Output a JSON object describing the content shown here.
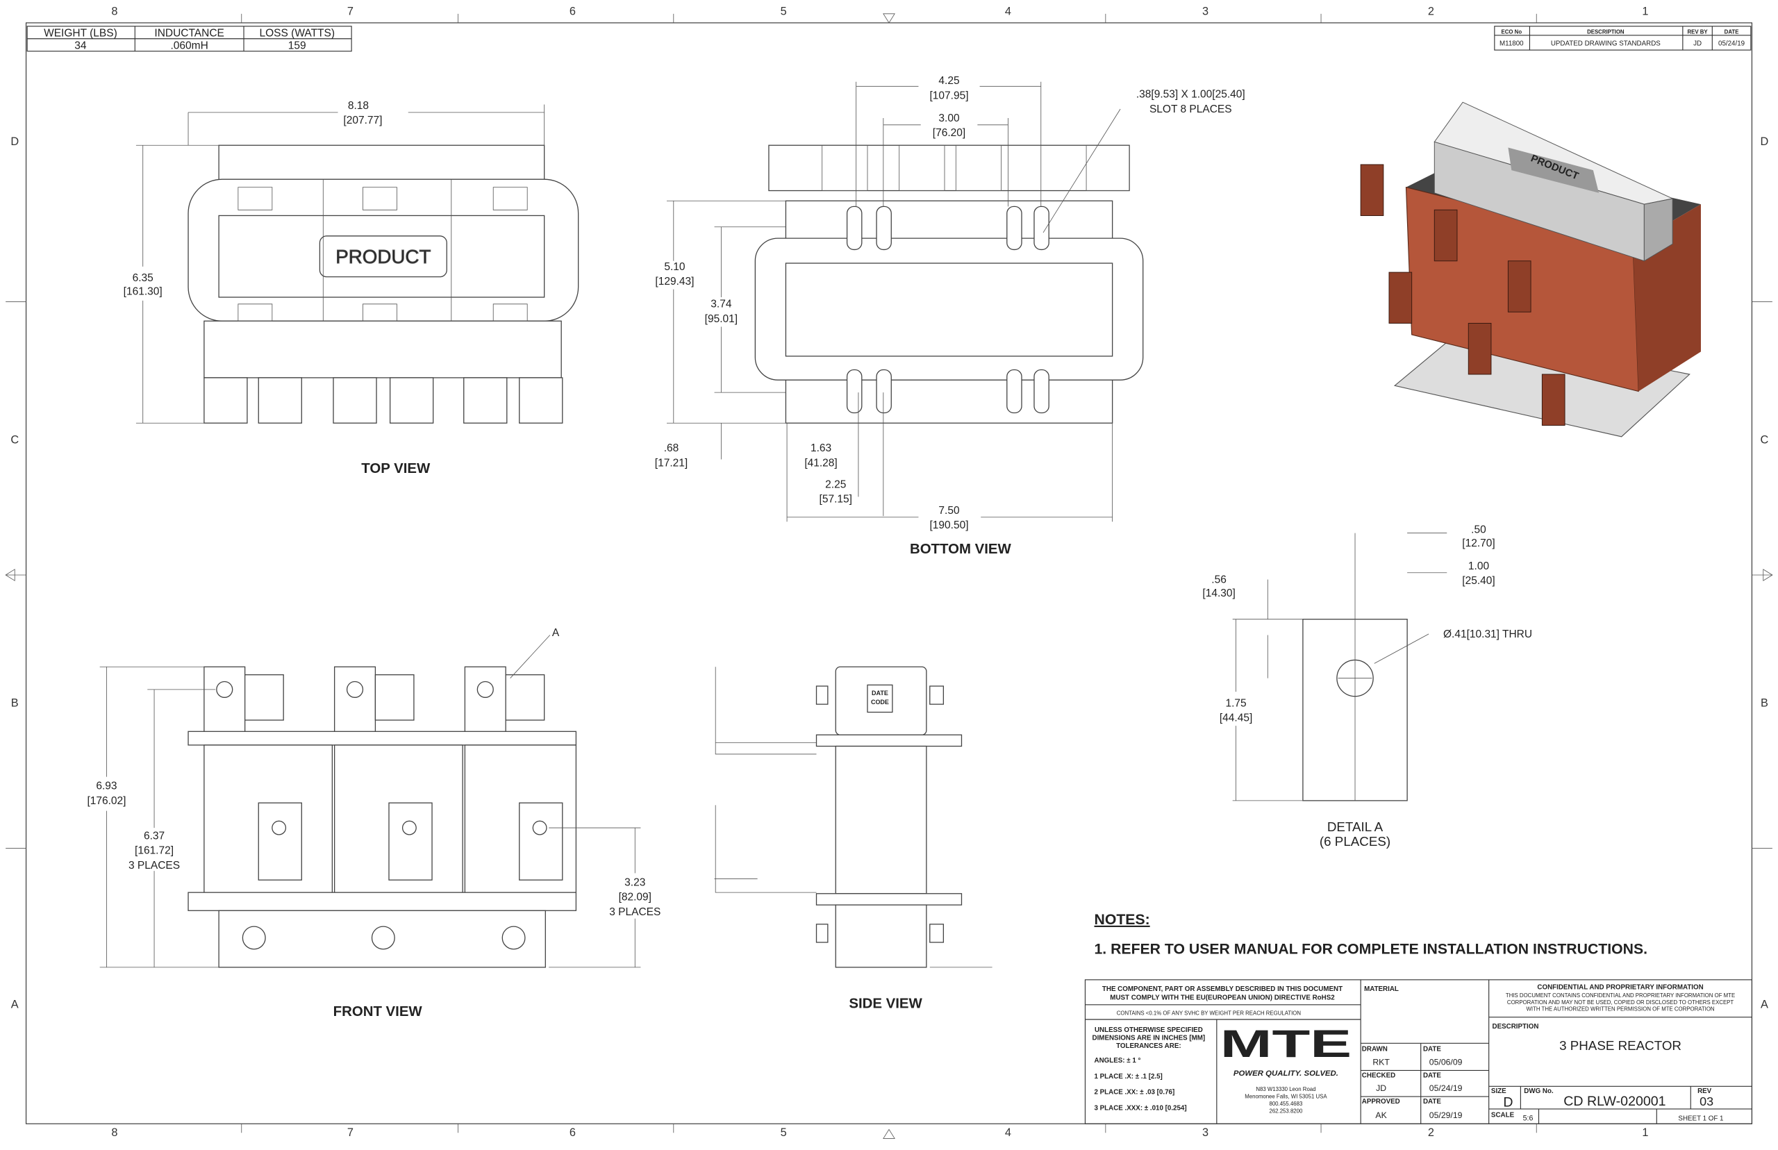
{
  "zones_top": [
    "8",
    "7",
    "6",
    "5",
    "4",
    "3",
    "2",
    "1"
  ],
  "zones_side": [
    "D",
    "C",
    "B",
    "A"
  ],
  "spec_table": {
    "headers": [
      "WEIGHT (LBS)",
      "INDUCTANCE",
      "LOSS (WATTS)"
    ],
    "values": [
      "34",
      ".060mH",
      "159"
    ]
  },
  "revision": {
    "headers": [
      "ECO No",
      "DESCRIPTION",
      "REV BY",
      "DATE"
    ],
    "row": [
      "M11800",
      "UPDATED DRAWING STANDARDS",
      "JD",
      "05/24/19"
    ]
  },
  "views": {
    "top": "TOP VIEW",
    "bottom": "BOTTOM VIEW",
    "front": "FRONT VIEW",
    "side": "SIDE VIEW",
    "detail": [
      "DETAIL A",
      "(6 PLACES)"
    ],
    "product_label": "PRODUCT",
    "date_code": [
      "DATE",
      "CODE"
    ],
    "detail_callout": "A"
  },
  "dims": {
    "top_width": [
      "8.18",
      "[207.77]"
    ],
    "top_height": [
      "6.35",
      "[161.30]"
    ],
    "bot_425": [
      "4.25",
      "[107.95]"
    ],
    "bot_300": [
      "3.00",
      "[76.20]"
    ],
    "slot": [
      ".38[9.53] X 1.00[25.40]",
      "SLOT 8 PLACES"
    ],
    "bot_510": [
      "5.10",
      "[129.43]"
    ],
    "bot_374": [
      "3.74",
      "[95.01]"
    ],
    "bot_068": [
      ".68",
      "[17.21]"
    ],
    "bot_163": [
      "1.63",
      "[41.28]"
    ],
    "bot_225": [
      "2.25",
      "[57.15]"
    ],
    "bot_750": [
      "7.50",
      "[190.50]"
    ],
    "det_050": [
      ".50",
      "[12.70]"
    ],
    "det_100": [
      "1.00",
      "[25.40]"
    ],
    "det_056": [
      ".56",
      "[14.30]"
    ],
    "det_hole": "Ø.41[10.31] THRU",
    "det_175": [
      "1.75",
      "[44.45]"
    ],
    "fr_693": [
      "6.93",
      "[176.02]"
    ],
    "fr_637": [
      "6.37",
      "[161.72]",
      "3 PLACES"
    ],
    "fr_323": [
      "3.23",
      "[82.09]",
      "3 PLACES"
    ]
  },
  "notes": {
    "title": "NOTES:",
    "items": [
      "1.  REFER TO USER MANUAL FOR COMPLETE INSTALLATION INSTRUCTIONS."
    ]
  },
  "title_block": {
    "rohs": [
      "THE COMPONENT, PART OR ASSEMBLY DESCRIBED IN THIS DOCUMENT",
      "MUST COMPLY WITH THE EU(EUROPEAN UNION) DIRECTIVE RoHS2"
    ],
    "reach": "CONTAINS <0.1% OF ANY SVHC BY WEIGHT PER REACH REGULATION",
    "tol": [
      "UNLESS OTHERWISE SPECIFIED",
      "DIMENSIONS ARE IN INCHES [MM]",
      "TOLERANCES ARE:"
    ],
    "tol_items": [
      "ANGLES: ± 1 °",
      "1 PLACE .X: ± .1 [2.5]",
      "2 PLACE .XX: ± .03 [0.76]",
      "3 PLACE .XXX: ± .010 [0.254]"
    ],
    "logo": "MTE",
    "tagline": "POWER QUALITY. SOLVED.",
    "address": [
      "N83 W13330 Leon Road",
      "Menomonee Falls, WI 53051 USA",
      "800.455.4683",
      "262.253.8200"
    ],
    "material_label": "MATERIAL",
    "drawn_label": "DRAWN",
    "drawn": "RKT",
    "drawn_date": "05/06/09",
    "checked_label": "CHECKED",
    "checked": "JD",
    "checked_date": "05/24/19",
    "approved_label": "APPROVED",
    "approved": "AK",
    "approved_date": "05/29/19",
    "date_label": "DATE",
    "conf_title": "CONFIDENTIAL AND PROPRIETARY INFORMATION",
    "conf_text": [
      "THIS DOCUMENT CONTAINS CONFIDENTIAL AND PROPRIETARY INFORMATION OF MTE",
      "CORPORATION AND MAY NOT BE USED, COPIED OR DISCLOSED TO OTHERS EXCEPT",
      "WITH THE AUTHORIZED WRITTEN PERMISSION OF MTE CORPORATION"
    ],
    "description_label": "DESCRIPTION",
    "description": "3 PHASE REACTOR",
    "size_label": "SIZE",
    "size": "D",
    "dwg_label": "DWG No.",
    "dwg": "CD RLW-020001",
    "rev_label": "REV",
    "rev": "03",
    "scale_label": "SCALE",
    "scale": "5:6",
    "sheet": "SHEET 1  OF 1"
  },
  "colors": {
    "brand_red": "#d2232a",
    "copper": "#b5563a"
  }
}
